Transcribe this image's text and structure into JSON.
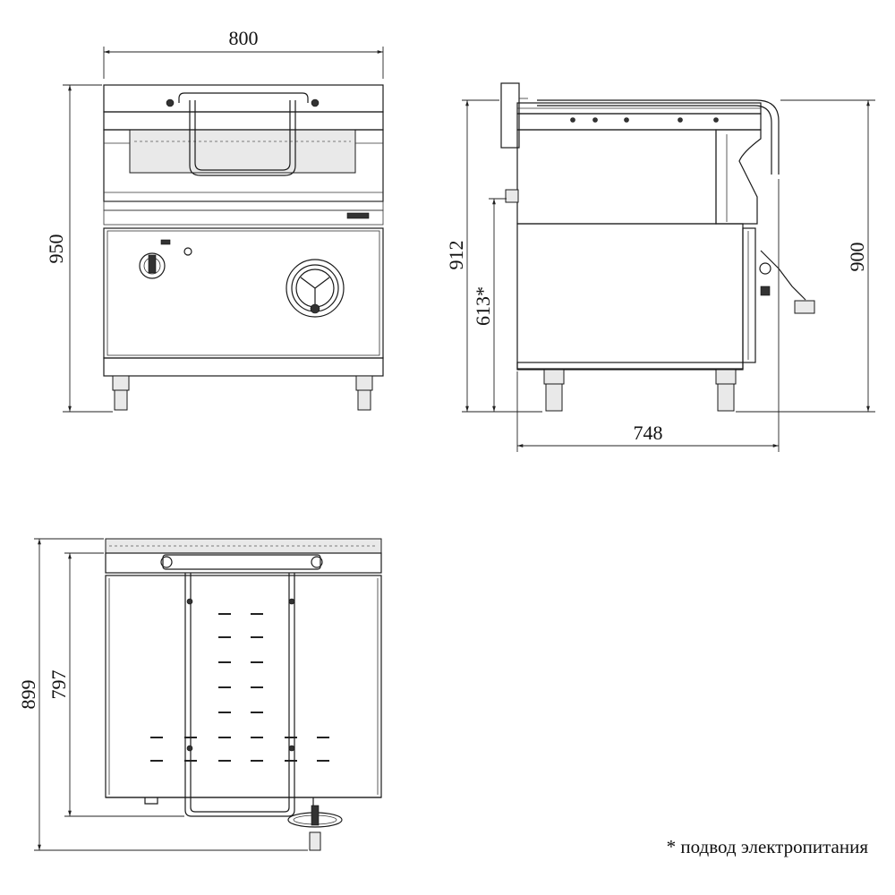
{
  "dimensions": {
    "front_width": "800",
    "front_height": "950",
    "side_height_left": "912",
    "side_power_height": "613*",
    "side_height_right": "900",
    "side_depth": "748",
    "top_depth_total": "899",
    "top_depth_body": "797"
  },
  "footnote": "* подвод электропитания"
}
